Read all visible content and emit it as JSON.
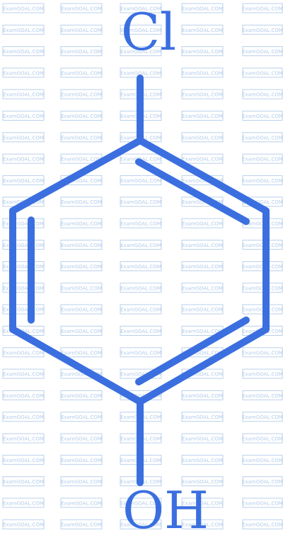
{
  "watermark": {
    "text": "ExamGOAL.COM",
    "color": "#7fa9dc"
  },
  "molecule": {
    "bond_color": "#3b6fe0",
    "label_color": "#3b6fe0",
    "top_substituent": "Cl",
    "bottom_substituent": "OH"
  }
}
